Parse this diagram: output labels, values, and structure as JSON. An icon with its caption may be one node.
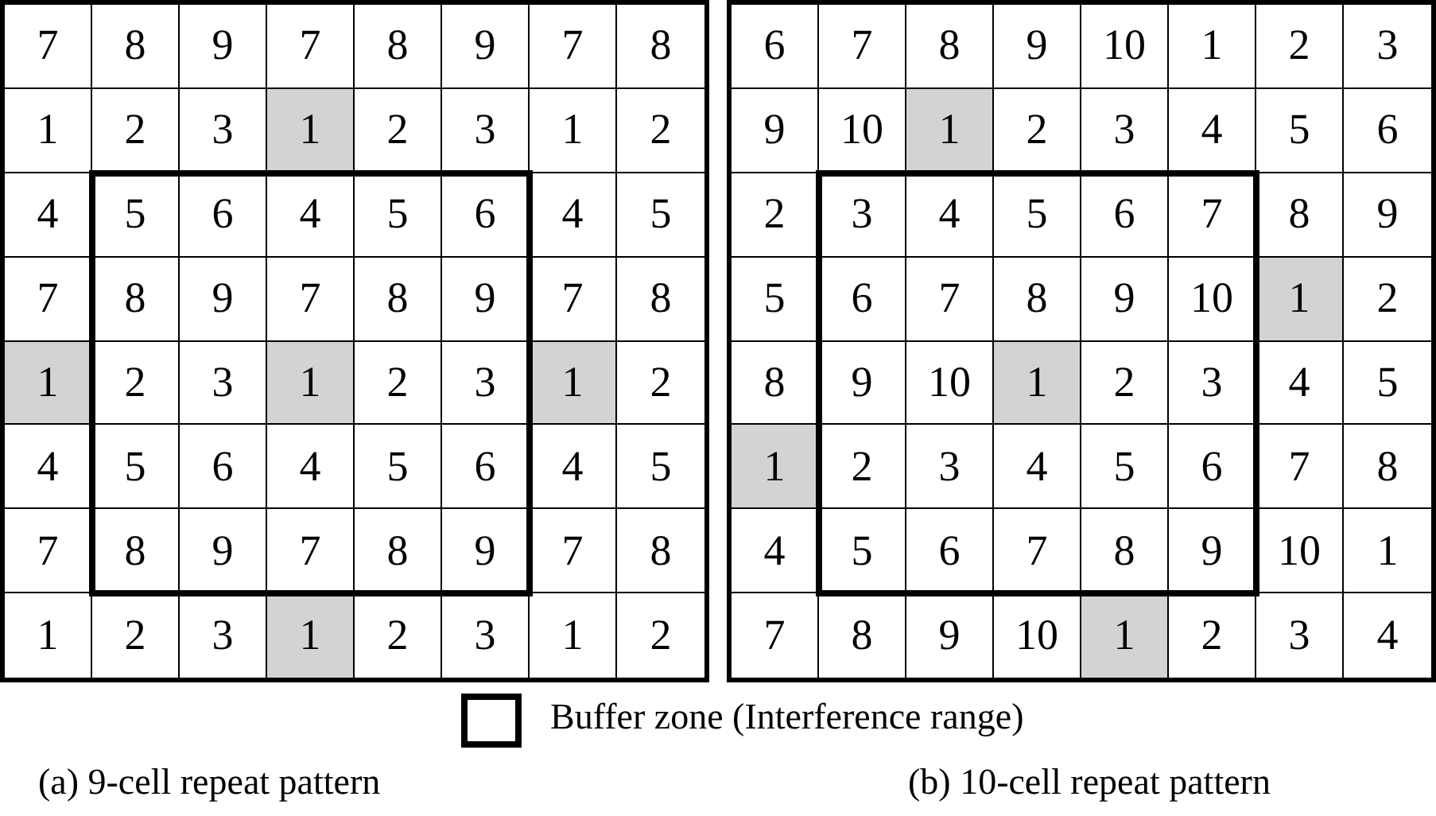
{
  "diagram": {
    "labels": [
      "7",
      "8",
      "9",
      "7",
      "8",
      "9",
      "7",
      "8",
      "1",
      "2",
      "3",
      "1",
      "2",
      "3",
      "1",
      "2",
      "4",
      "5",
      "6",
      "4",
      "5",
      "6",
      "4",
      "5",
      "7",
      "8",
      "9",
      "7",
      "8",
      "9",
      "7",
      "8",
      "1",
      "2",
      "3",
      "1",
      "2",
      "3",
      "1",
      "2",
      "4",
      "5",
      "6",
      "4",
      "5",
      "6",
      "4",
      "5",
      "7",
      "8",
      "9",
      "7",
      "8",
      "9",
      "7",
      "8",
      "1",
      "2",
      "3",
      "1",
      "2",
      "3",
      "1",
      "2",
      "6",
      "7",
      "8",
      "9",
      "10",
      "1",
      "2",
      "3",
      "9",
      "10",
      "1",
      "2",
      "3",
      "4",
      "5",
      "6",
      "2",
      "3",
      "4",
      "5",
      "6",
      "7",
      "8",
      "9",
      "5",
      "6",
      "7",
      "8",
      "9",
      "10",
      "1",
      "2",
      "8",
      "9",
      "10",
      "1",
      "2",
      "3",
      "4",
      "5",
      "1",
      "2",
      "3",
      "4",
      "5",
      "6",
      "7",
      "8",
      "4",
      "5",
      "6",
      "7",
      "8",
      "9",
      "10",
      "1",
      "7",
      "8",
      "9",
      "10",
      "1",
      "2",
      "3",
      "4",
      "(a) 9-cell repeat pattern",
      "(b) 10-cell repeat pattern"
    ],
    "legend": [
      {
        "text": "Buffer zone (Interference range)"
      }
    ]
  }
}
